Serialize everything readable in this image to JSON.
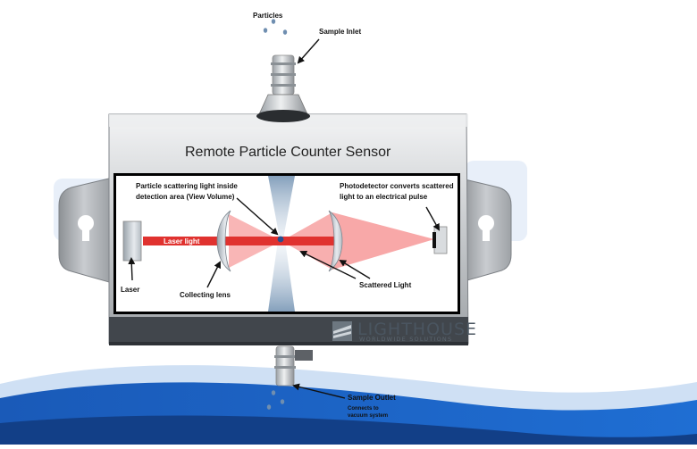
{
  "diagram": {
    "title": "Remote Particle Counter Sensor",
    "labels": {
      "particles": "Particles",
      "sample_inlet": "Sample Inlet",
      "scattering_line1": "Particle scattering light inside",
      "scattering_line2": "detection area (View Volume)",
      "photodetector_line1": "Photodetector converts scattered",
      "photodetector_line2": "light to an electrical pulse",
      "laser_light": "Laser light",
      "laser": "Laser",
      "collecting_lens": "Collecting lens",
      "scattered_light": "Scattered Light",
      "sample_outlet": "Sample Outlet",
      "outlet_note_line1": "Connects to",
      "outlet_note_line2": "vacuum system"
    },
    "logo": {
      "name": "LIGHTHOUSE",
      "tagline": "WORLDWIDE SOLUTIONS"
    },
    "colors": {
      "laser": "#e0322f",
      "scatter": "#f47a7a",
      "housing": "#c9ccd0",
      "wave": "#1f63c6"
    }
  }
}
